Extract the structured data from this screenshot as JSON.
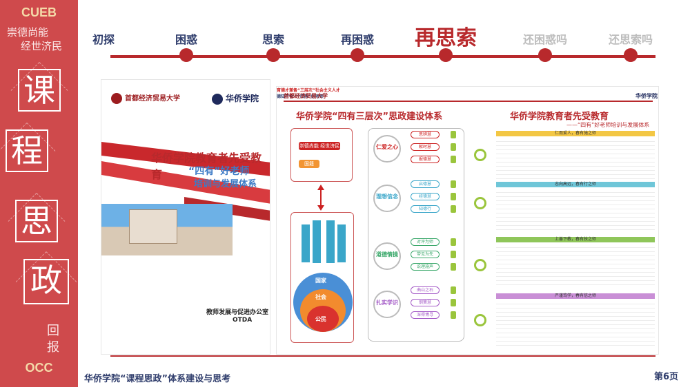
{
  "sidebar": {
    "top_code": "CUEB",
    "motto_line1": "崇德尚能",
    "motto_line2": "经世济民",
    "big_chars": [
      "课",
      "程",
      "思",
      "政"
    ],
    "return_line1": "回",
    "return_line2": "报",
    "bottom_code": "OCC"
  },
  "timeline": {
    "steps": [
      {
        "label": "初探",
        "state": "done"
      },
      {
        "label": "困惑",
        "state": "done"
      },
      {
        "label": "思索",
        "state": "done"
      },
      {
        "label": "再困惑",
        "state": "done"
      },
      {
        "label": "再思索",
        "state": "active"
      },
      {
        "label": "还困惑吗",
        "state": "future"
      },
      {
        "label": "还思索吗",
        "state": "future"
      }
    ]
  },
  "booklet": {
    "school1": "首都经济贸易大学",
    "school2": "华侨学院",
    "title": "华侨学院教育者先受教育",
    "subtitle1": "“四有”好老师",
    "subtitle2": "培训与发展体系",
    "dept": "教师发展与促进办公室",
    "dept_en": "OTDA"
  },
  "poster": {
    "logo": "首都经济贸易大学",
    "logo2": "华侨学院",
    "left_title": "华侨学院“四有三层次”思政建设体系",
    "right_title": "华侨学院教育者先受教育",
    "right_subtitle": "——“四有”好老师培训与发展体系",
    "tag1": "崇德尚能 经世济民",
    "tag2": "国籍",
    "circles": [
      "国家",
      "社会",
      "公民"
    ],
    "cap_left": "育德才兼备“三层次”社会主义人才",
    "cap_mid": "德知行合一“四有”好老师",
    "hearts": [
      "仁爱之心",
      "理想信念",
      "道德情操",
      "扎实学识"
    ],
    "pills": [
      [
        "思辨慧",
        "献时慧",
        "报德慧"
      ],
      [
        "启德慧",
        "经德慧",
        "知德行"
      ],
      [
        "对评为师",
        "带见为先",
        "说理施声"
      ],
      [
        "曲山之石",
        "钢簧慧",
        "深得博寻"
      ]
    ],
    "bands": [
      "仁而爱人，春有施之师",
      "志向高远，春有行之师",
      "上善下教，春有技之师",
      "严谨笃学，春有信之师"
    ]
  },
  "footer": {
    "title": "华侨学院“课程思政”体系建设与思考",
    "page": "第6页"
  },
  "colors": {
    "brand_red": "#cf4a4c",
    "dark_red": "#b8292c",
    "navy": "#2f3d6c",
    "future_grey": "#bdbdbd"
  }
}
